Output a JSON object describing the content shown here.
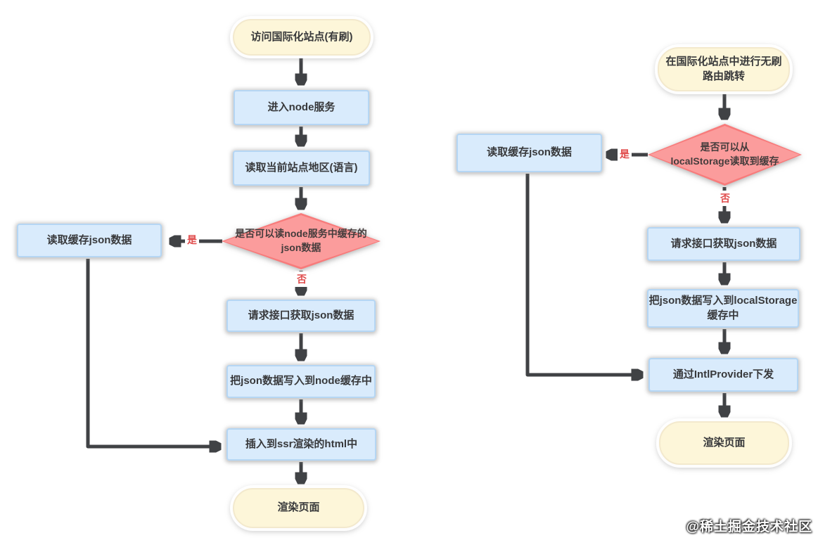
{
  "watermark": "@稀土掘金技术社区",
  "labels": {
    "yes": "是",
    "no": "否"
  },
  "colors": {
    "process_fill": "#d9ebfc",
    "process_border": "#b5d6f4",
    "terminal_fill": "#fdf6d9",
    "terminal_border": "#f3e9cd",
    "decision_fill": "#fb9c9c",
    "decision_border": "#f87b7b",
    "arrow": "#404245",
    "branch_label_text": "#e04b4b"
  },
  "left_flow": {
    "start": "访问国际化站点(有刷)",
    "enter_node": "进入node服务",
    "read_locale": "读取当前站点地区(语言)",
    "decision": "是否可以读node服务中缓存的\njson数据",
    "read_cache": "读取缓存json数据",
    "request_api": "请求接口获取json数据",
    "write_cache": "把json数据写入到node缓存中",
    "insert_ssr": "插入到ssr渲染的html中",
    "render": "渲染页面"
  },
  "right_flow": {
    "start": "在国际化站点中进行无刷\n路由跳转",
    "decision": "是否可以从\nlocalStorage读取到缓存",
    "read_cache": "读取缓存json数据",
    "request_api": "请求接口获取json数据",
    "write_cache": "把json数据写入到localStorage\n缓存中",
    "provider": "通过IntlProvider下发",
    "render": "渲染页面"
  }
}
